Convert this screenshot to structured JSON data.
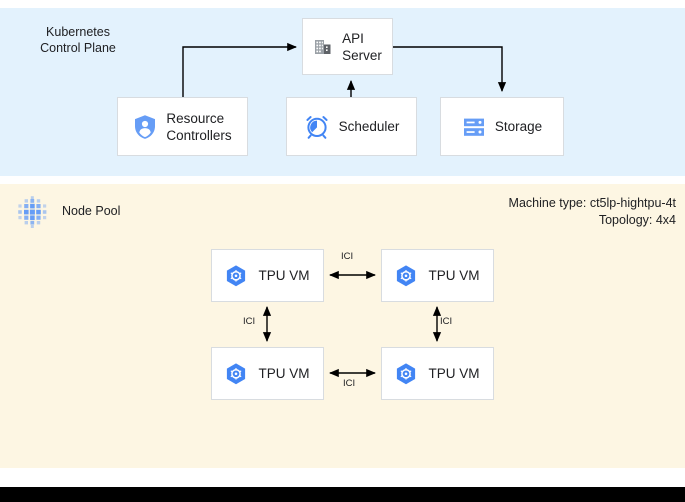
{
  "diagram": {
    "control_plane": {
      "title": "Kubernetes\nControl Plane",
      "background": "#e3f2fd",
      "nodes": [
        {
          "id": "api-server",
          "label": "API\nServer",
          "icon": "building-icon"
        },
        {
          "id": "resource-controllers",
          "label": "Resource\nControllers",
          "icon": "shield-person-icon"
        },
        {
          "id": "scheduler",
          "label": "Scheduler",
          "icon": "alarm-clock-icon"
        },
        {
          "id": "storage",
          "label": "Storage",
          "icon": "storage-icon"
        }
      ],
      "connections": [
        {
          "from": "resource-controllers",
          "to": "api-server",
          "direction": "one-way"
        },
        {
          "from": "scheduler",
          "to": "api-server",
          "direction": "one-way"
        },
        {
          "from": "api-server",
          "to": "storage",
          "direction": "one-way"
        }
      ]
    },
    "node_pool": {
      "title": "Node Pool",
      "icon": "node-pool-dots-icon",
      "background": "#fdf6e3",
      "machine_type_label": "Machine type: ct5lp-hightpu-4t",
      "topology_label": "Topology: 4x4",
      "vms": [
        {
          "id": "tpu-vm-0",
          "label": "TPU VM",
          "icon": "tpu-hexagon-icon"
        },
        {
          "id": "tpu-vm-1",
          "label": "TPU VM",
          "icon": "tpu-hexagon-icon"
        },
        {
          "id": "tpu-vm-2",
          "label": "TPU VM",
          "icon": "tpu-hexagon-icon"
        },
        {
          "id": "tpu-vm-3",
          "label": "TPU VM",
          "icon": "tpu-hexagon-icon"
        }
      ],
      "interconnects": [
        {
          "id": "ici-top",
          "label": "ICI",
          "between": [
            "tpu-vm-0",
            "tpu-vm-1"
          ],
          "direction": "two-way"
        },
        {
          "id": "ici-bottom",
          "label": "ICI",
          "between": [
            "tpu-vm-2",
            "tpu-vm-3"
          ],
          "direction": "two-way"
        },
        {
          "id": "ici-left",
          "label": "ICI",
          "between": [
            "tpu-vm-0",
            "tpu-vm-2"
          ],
          "direction": "two-way"
        },
        {
          "id": "ici-right",
          "label": "ICI",
          "between": [
            "tpu-vm-1",
            "tpu-vm-3"
          ],
          "direction": "two-way"
        }
      ]
    },
    "colors": {
      "control_plane_bg": "#e3f2fd",
      "node_pool_bg": "#fdf6e3",
      "accent_blue": "#4285f4",
      "icon_gray": "#5f6368",
      "connector": "#000000",
      "box_border": "#d8dce0",
      "bottom_bar": "#000000"
    }
  }
}
